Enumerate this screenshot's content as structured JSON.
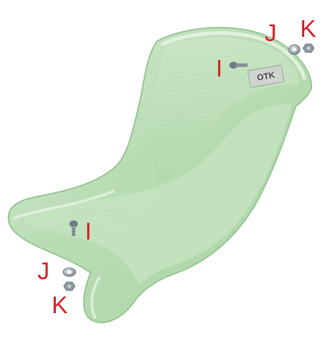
{
  "colors": {
    "callout_red": "#d6232a",
    "seat_fill": "#b6d9b1",
    "seat_edge": "#8fc28b",
    "seat_highlight": "#dcefd8",
    "hardware_metal": "#7d8a93",
    "washer_metal": "#9aa4ab",
    "logo_plate": "#cfd4cf",
    "logo_text": "#4a4a4a"
  },
  "callouts": {
    "i_top": "I",
    "i_bottom": "I",
    "j_top": "J",
    "j_bottom": "J",
    "k_top": "K",
    "k_bottom": "K"
  },
  "seat": {
    "logo": "OTK"
  },
  "icons": {
    "bolt": "bolt-icon",
    "washer": "washer-icon",
    "nut": "nut-icon"
  }
}
